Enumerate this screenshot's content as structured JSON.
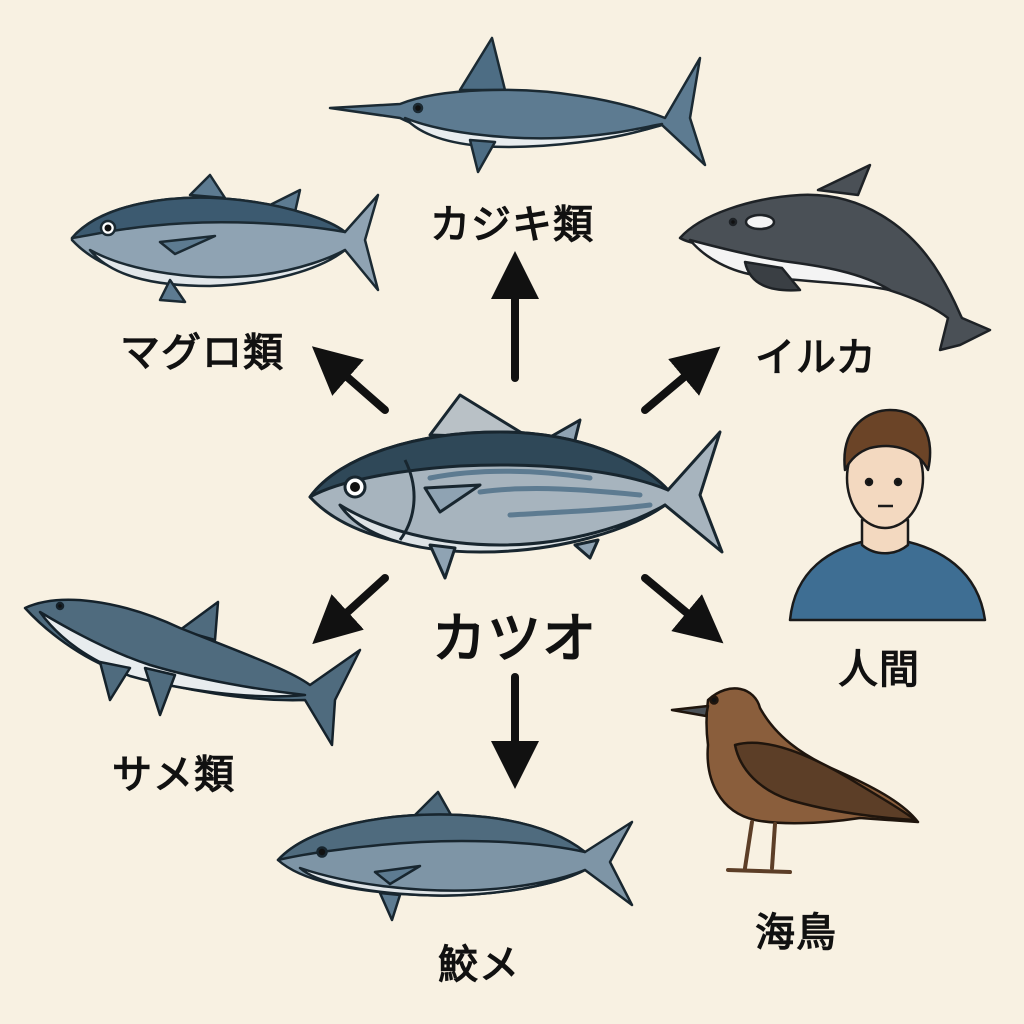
{
  "diagram": {
    "type": "food-web",
    "center": {
      "label": "カツオ",
      "icon": "skipjack-tuna-icon"
    },
    "predators": [
      {
        "label": "カジキ類",
        "icon": "marlin-icon",
        "direction": "up"
      },
      {
        "label": "マグロ類",
        "icon": "tuna-icon",
        "direction": "up-left"
      },
      {
        "label": "イルカ",
        "icon": "dolphin-icon",
        "direction": "up-right"
      },
      {
        "label": "人間",
        "icon": "human-icon",
        "direction": "down-right"
      },
      {
        "label": "サメ類",
        "icon": "shark-icon",
        "direction": "down-left"
      },
      {
        "label": "鮫メ",
        "icon": "fish-icon",
        "direction": "down"
      },
      {
        "label": "海鳥",
        "icon": "seabird-icon",
        "direction": "down-right"
      }
    ],
    "colors": {
      "background": "#f8f1e2",
      "arrow": "#111111",
      "fish_dark": "#2f4858",
      "fish_mid": "#8fa3b3",
      "fish_light": "#dde3e6",
      "dolphin": "#4a5056",
      "shirt": "#3e6e93",
      "skin": "#f3d9c0",
      "hair": "#6b4427",
      "bird": "#8a5e3c"
    }
  }
}
